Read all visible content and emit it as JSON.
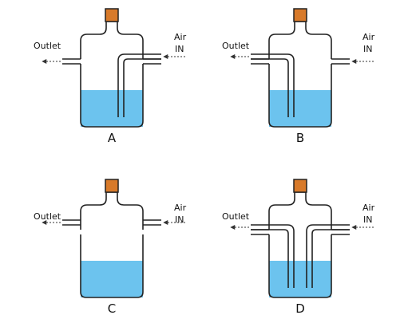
{
  "labels": {
    "outlet": "Outlet",
    "air_line1": "Air",
    "air_line2": "IN"
  },
  "panels": [
    {
      "caption": "A",
      "inlet_tube": "into-liquid",
      "outlet_tube": "none"
    },
    {
      "caption": "B",
      "inlet_tube": "none",
      "outlet_tube": "into-liquid"
    },
    {
      "caption": "C",
      "inlet_tube": "none",
      "outlet_tube": "none"
    },
    {
      "caption": "D",
      "inlet_tube": "into-liquid",
      "outlet_tube": "into-liquid"
    }
  ],
  "colors": {
    "liquid": "#6cc3ee",
    "stopper": "#d87a2a",
    "outline": "#222222"
  }
}
